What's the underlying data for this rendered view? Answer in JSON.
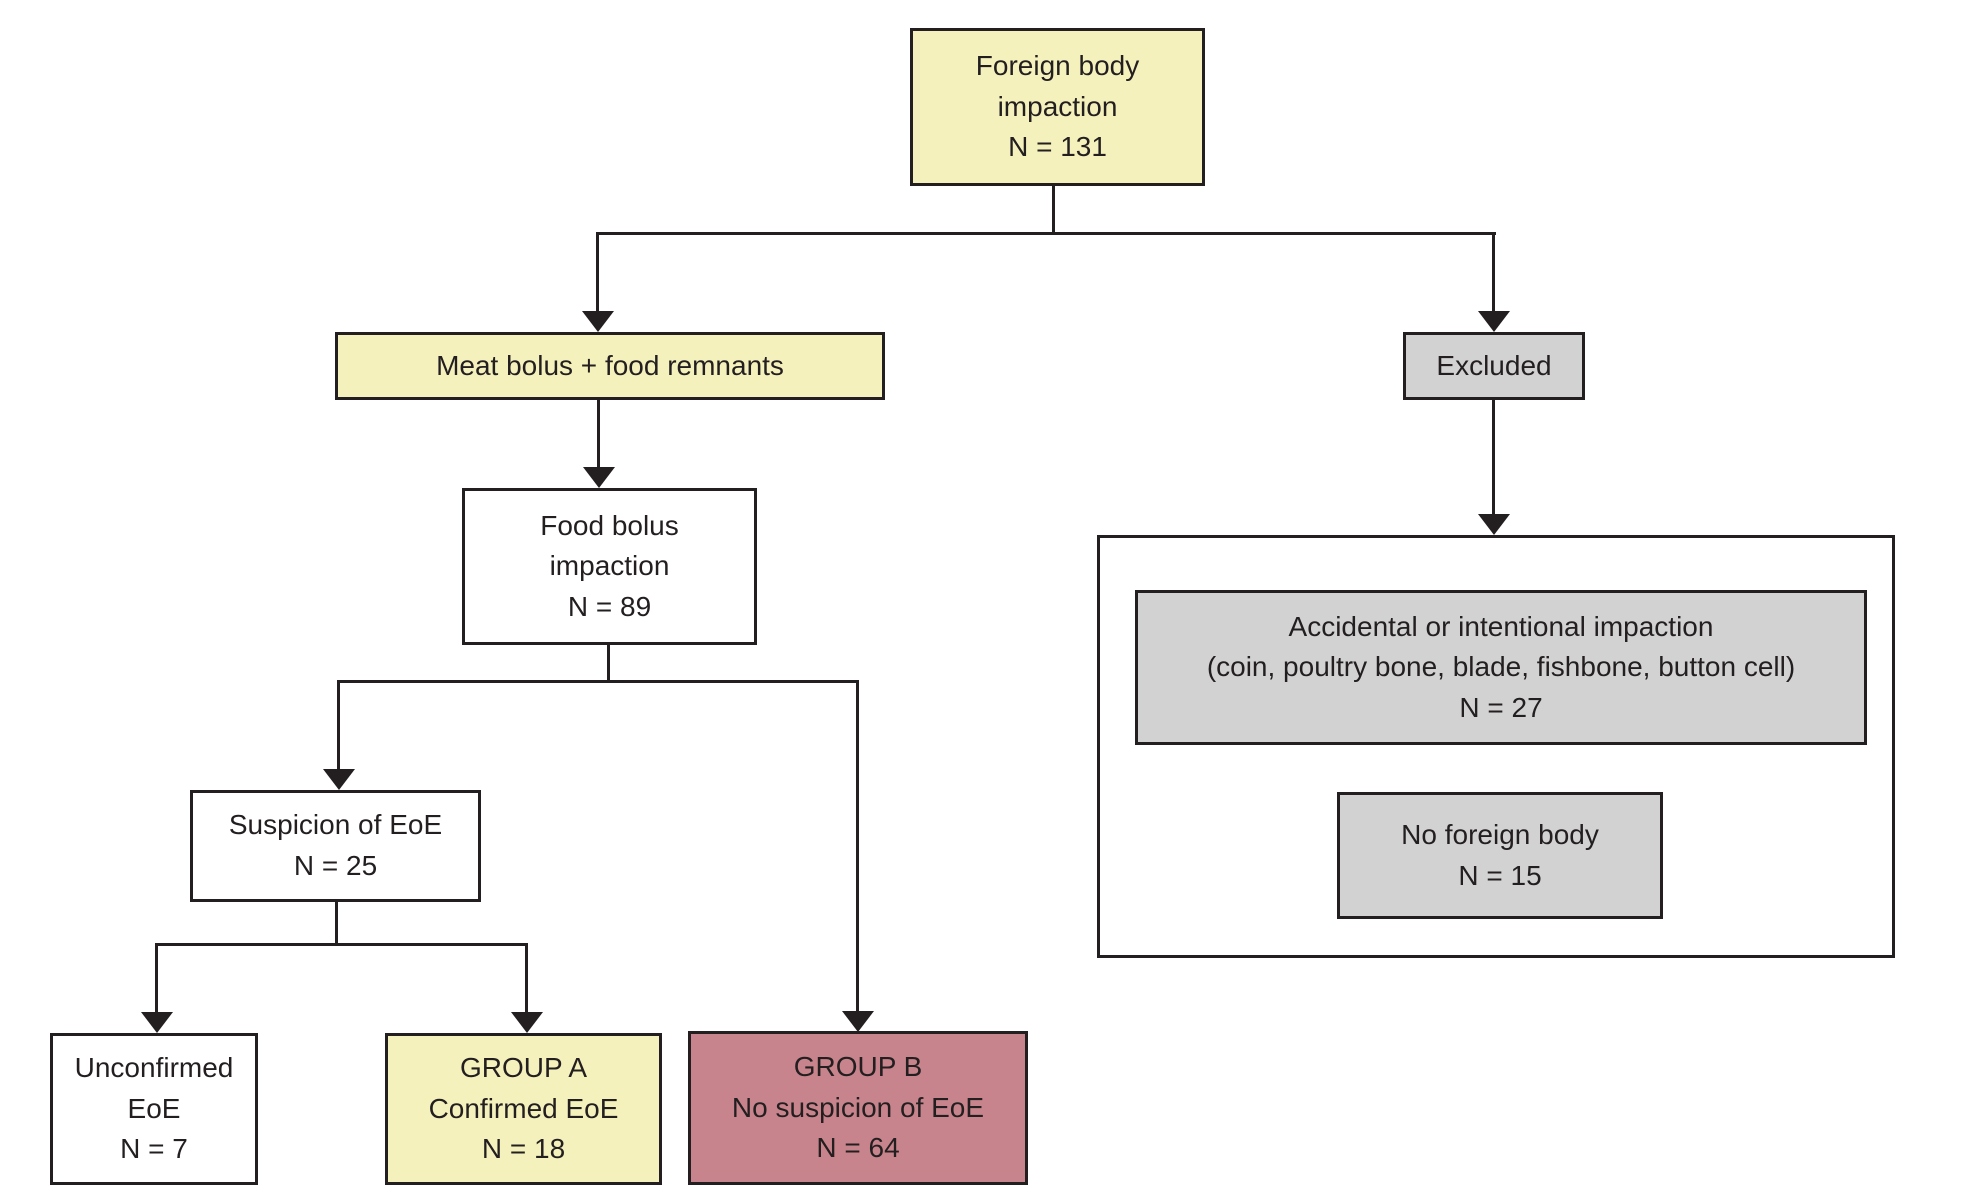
{
  "colors": {
    "yellow": "#f5f1bc",
    "gray": "#d2d2d2",
    "red": "#c8848c",
    "white": "#ffffff",
    "line": "#231f20"
  },
  "nodes": {
    "foreign_body": {
      "fill": "yellow",
      "lines": [
        "Foreign body",
        "impaction",
        "N = 131"
      ]
    },
    "meat_bolus": {
      "fill": "yellow",
      "lines": [
        "Meat bolus + food remnants"
      ]
    },
    "excluded": {
      "fill": "gray",
      "lines": [
        "Excluded"
      ]
    },
    "food_bolus": {
      "fill": "white",
      "lines": [
        "Food bolus",
        "impaction",
        "N = 89"
      ]
    },
    "suspicion": {
      "fill": "white",
      "lines": [
        "Suspicion of EoE",
        "N = 25"
      ]
    },
    "unconfirmed": {
      "fill": "white",
      "lines": [
        "Unconfirmed",
        "EoE",
        "N = 7"
      ]
    },
    "group_a": {
      "fill": "yellow",
      "lines": [
        "GROUP A",
        "Confirmed EoE",
        "N = 18"
      ]
    },
    "group_b": {
      "fill": "red",
      "lines": [
        "GROUP B",
        "No suspicion of EoE",
        "N = 64"
      ]
    },
    "accidental": {
      "fill": "gray",
      "lines": [
        "Accidental or intentional impaction",
        "(coin, poultry bone, blade, fishbone, button cell)",
        "N = 27"
      ]
    },
    "no_foreign_body": {
      "fill": "gray",
      "lines": [
        "No foreign body",
        "N = 15"
      ]
    }
  }
}
